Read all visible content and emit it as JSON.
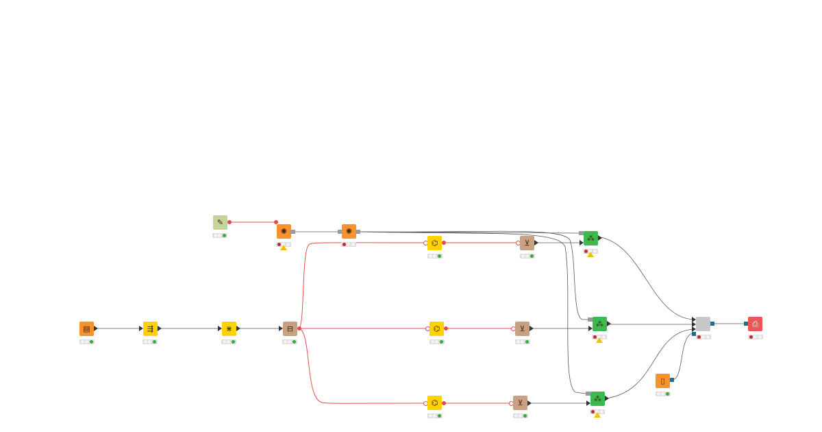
{
  "colors": {
    "background": "#ffffff",
    "reader_orange": "#f7922c",
    "manipulator_yellow": "#ffd200",
    "partition_tan": "#c9a081",
    "learner_green": "#3dba4f",
    "predictor_tan": "#c9a081",
    "source_green": "#c4d49c",
    "grey_node": "#c8c8c8",
    "report_red": "#ef5456",
    "data_edge": "#555555",
    "model_edge": "#e84a4a"
  },
  "nodes": [
    {
      "id": "source-node",
      "icon": "connector-icon",
      "status": "green"
    },
    {
      "id": "ensemble-learner-1",
      "icon": "network-icon",
      "status": "red",
      "warning": true
    },
    {
      "id": "ensemble-learner-2",
      "icon": "network-icon",
      "status": "red"
    },
    {
      "id": "top-learner",
      "icon": "model-learner-icon",
      "status": "green"
    },
    {
      "id": "top-predictor",
      "icon": "predictor-icon",
      "status": "green"
    },
    {
      "id": "top-scorer",
      "icon": "scorer-icon",
      "status": "red",
      "warning": true
    },
    {
      "id": "file-reader",
      "icon": "reader-icon",
      "status": "green"
    },
    {
      "id": "column-filter",
      "icon": "filter-icon",
      "status": "green"
    },
    {
      "id": "missing-values",
      "icon": "missing-value-icon",
      "status": "green"
    },
    {
      "id": "partitioning",
      "icon": "partition-icon",
      "status": "green"
    },
    {
      "id": "mid-learner",
      "icon": "model-learner-icon",
      "status": "green"
    },
    {
      "id": "mid-predictor",
      "icon": "predictor-icon",
      "status": "green"
    },
    {
      "id": "mid-scorer",
      "icon": "scorer-icon",
      "status": "red",
      "warning": true
    },
    {
      "id": "bottom-learner",
      "icon": "model-learner-icon",
      "status": "green"
    },
    {
      "id": "bottom-predictor",
      "icon": "predictor-icon",
      "status": "green"
    },
    {
      "id": "bottom-scorer",
      "icon": "scorer-icon",
      "status": "red",
      "warning": true
    },
    {
      "id": "component-node",
      "icon": "component-icon",
      "status": "red"
    },
    {
      "id": "report-node",
      "icon": "report-icon",
      "status": "red"
    },
    {
      "id": "document-reader",
      "icon": "document-icon",
      "status": "green"
    }
  ]
}
